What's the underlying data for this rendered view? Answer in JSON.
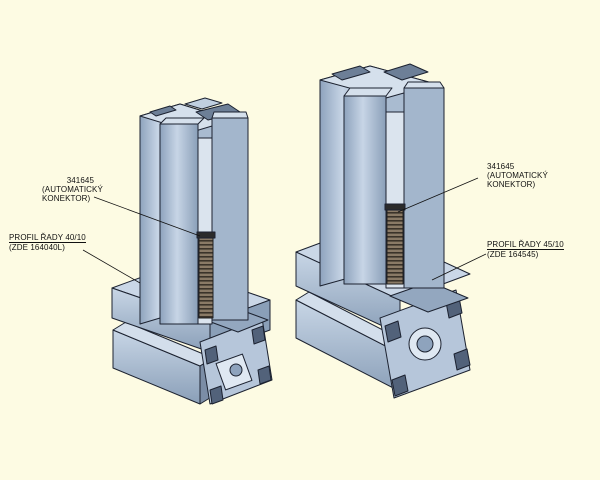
{
  "colors": {
    "background": "#fdfbe3",
    "profile_light": "#b9c9dc",
    "profile_mid": "#93a8c0",
    "profile_dark": "#6e8098",
    "outline": "#1c2230",
    "connector": "#555555"
  },
  "left_assembly": {
    "connector_part": "341645",
    "connector_desc_1": "(AUTOMATICKÝ",
    "connector_desc_2": "KONEKTOR)",
    "profile_label": "PROFIL ŘADY 40/10",
    "profile_part": "(ZDE 164040L)"
  },
  "right_assembly": {
    "connector_part": "341645",
    "connector_desc_1": "(AUTOMATICKÝ",
    "connector_desc_2": "KONEKTOR)",
    "profile_label": "PROFIL ŘADY 45/10",
    "profile_part": "(ZDE 164545)"
  }
}
